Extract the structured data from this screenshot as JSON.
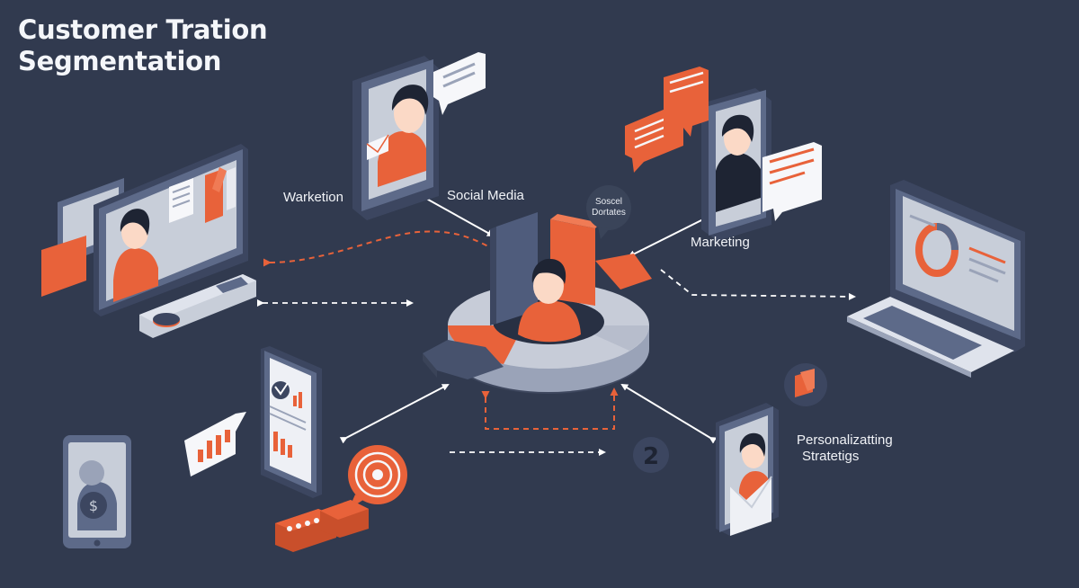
{
  "title": {
    "line1": "Customer Tration",
    "line2": "Segmentation"
  },
  "labels": {
    "warketion": "Warketion",
    "social_media": "Social Media",
    "marketing": "Marketing",
    "bubble_line1": "Soscel",
    "bubble_line2": "Dortates",
    "personalizing_line1": "Personalizatting",
    "personalizing_line2": "Stratetigs"
  },
  "colors": {
    "background": "#313a4f",
    "accent": "#e8623a",
    "device_frame": "#5d6a89",
    "screen_light": "#d9dde7",
    "arrow_white": "#ffffff",
    "arrow_orange": "#e8623a"
  }
}
